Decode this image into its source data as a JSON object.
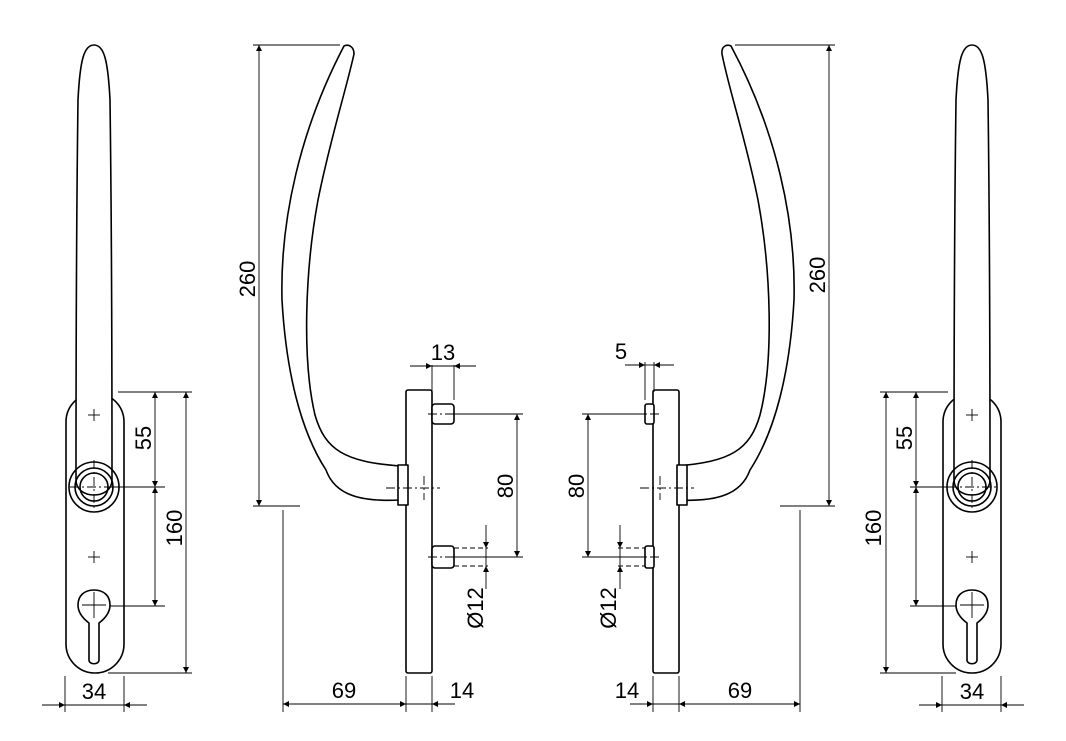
{
  "dimensions": {
    "left_front_height_55": "55",
    "left_front_height_160": "160",
    "left_front_width_34": "34",
    "left_side_length_260": "260",
    "left_side_spindle_13": "13",
    "left_side_spacing_80": "80",
    "left_side_bolt_d12": "Ø12",
    "left_side_projection_69": "69",
    "left_side_rose_14": "14",
    "right_side_spindle_5": "5",
    "right_side_spacing_80": "80",
    "right_side_bolt_d12": "Ø12",
    "right_side_rose_14": "14",
    "right_side_projection_69": "69",
    "right_side_length_260": "260",
    "right_front_height_55": "55",
    "right_front_height_160": "160",
    "right_front_width_34": "34"
  }
}
